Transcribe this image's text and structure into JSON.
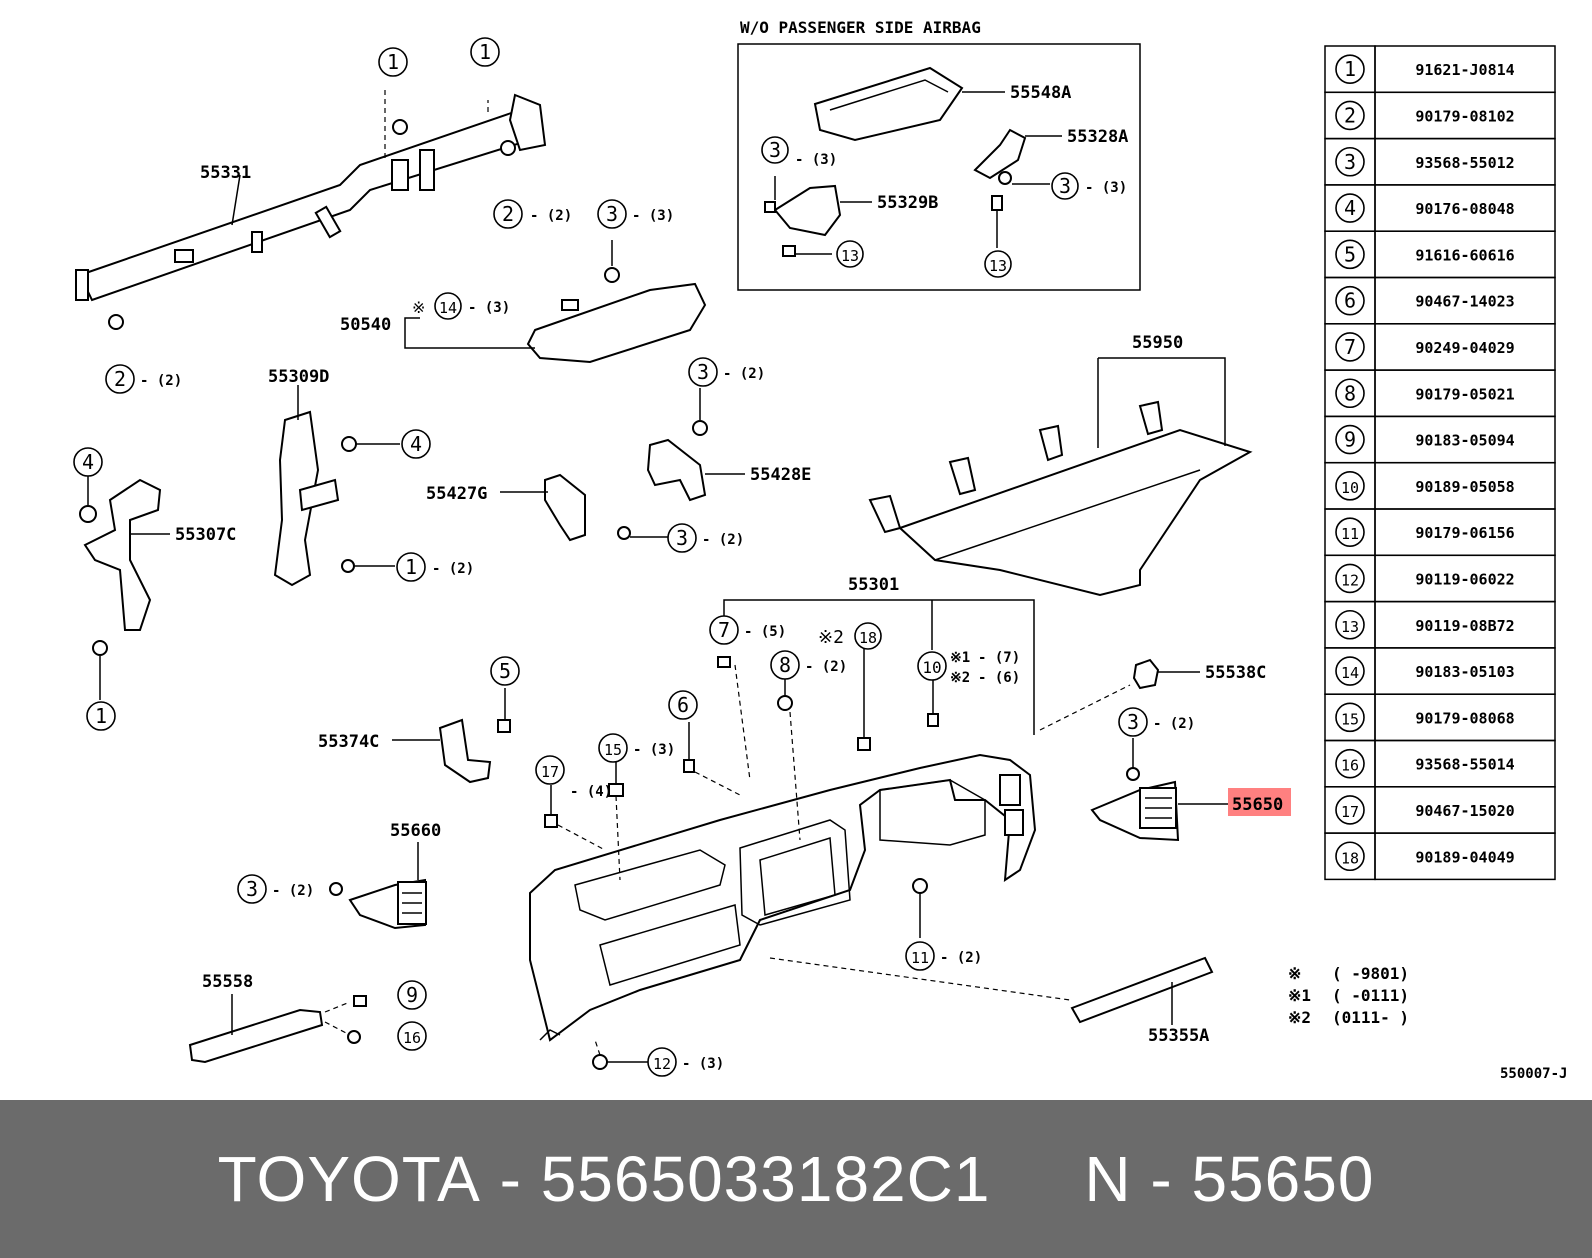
{
  "header_note": "W/O PASSENGER SIDE AIRBAG",
  "diagram_code": "550007-J",
  "highlight_part": "55650",
  "colors": {
    "highlight": "#ff8080",
    "footer_bg": "#6b6b6b",
    "footer_text": "#ffffff"
  },
  "parts": {
    "p55331": "55331",
    "p50540": "50540",
    "p55309D": "55309D",
    "p55307C": "55307C",
    "p55427G": "55427G",
    "p55428E": "55428E",
    "p55548A": "55548A",
    "p55328A": "55328A",
    "p55329B": "55329B",
    "p55950": "55950",
    "p55301": "55301",
    "p55538C": "55538C",
    "p55650": "55650",
    "p55374C": "55374C",
    "p55660": "55660",
    "p55558": "55558",
    "p55355A": "55355A"
  },
  "qty": {
    "q2": "- (2)",
    "q3": "- (3)",
    "q4": "- (4)",
    "q5": "- (5)",
    "q7": "- (7)",
    "q6": "- (6)"
  },
  "callouts": {
    "n1": "1",
    "n2": "2",
    "n3": "3",
    "n4": "4",
    "n5": "5",
    "n6": "6",
    "n7": "7",
    "n8": "8",
    "n9": "9",
    "n10": "10",
    "n11": "11",
    "n12": "12",
    "n13": "13",
    "n14": "14",
    "n15": "15",
    "n16": "16",
    "n17": "17",
    "n18": "18"
  },
  "marks": {
    "ref": "※",
    "ref1": "※1",
    "ref2": "※2"
  },
  "legend": [
    {
      "mark": "※",
      "range": "(      -9801)"
    },
    {
      "mark": "※1",
      "range": "(      -0111)"
    },
    {
      "mark": "※2",
      "range": "(0111-      )"
    }
  ],
  "part_table": [
    {
      "num": "1",
      "part": "91621-J0814"
    },
    {
      "num": "2",
      "part": "90179-08102"
    },
    {
      "num": "3",
      "part": "93568-55012"
    },
    {
      "num": "4",
      "part": "90176-08048"
    },
    {
      "num": "5",
      "part": "91616-60616"
    },
    {
      "num": "6",
      "part": "90467-14023"
    },
    {
      "num": "7",
      "part": "90249-04029"
    },
    {
      "num": "8",
      "part": "90179-05021"
    },
    {
      "num": "9",
      "part": "90183-05094"
    },
    {
      "num": "10",
      "part": "90189-05058"
    },
    {
      "num": "11",
      "part": "90179-06156"
    },
    {
      "num": "12",
      "part": "90119-06022"
    },
    {
      "num": "13",
      "part": "90119-08B72"
    },
    {
      "num": "14",
      "part": "90183-05103"
    },
    {
      "num": "15",
      "part": "90179-08068"
    },
    {
      "num": "16",
      "part": "93568-55014"
    },
    {
      "num": "17",
      "part": "90467-15020"
    },
    {
      "num": "18",
      "part": "90189-04049"
    }
  ],
  "footer": {
    "brand": "TOYOTA",
    "sep": " - ",
    "part_number": "5565033182C1",
    "gap": "     ",
    "n_label": "N",
    "n_value": "55650"
  }
}
